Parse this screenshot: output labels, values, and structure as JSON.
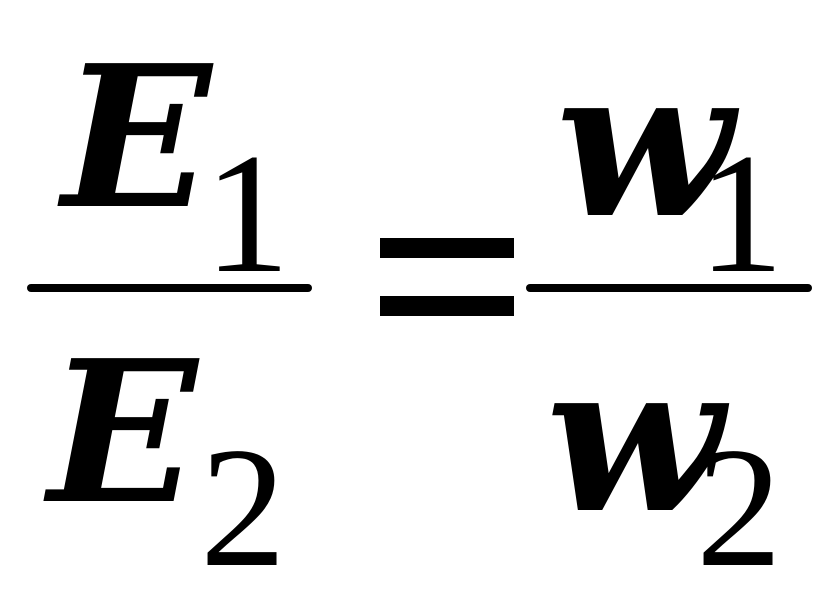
{
  "equation": {
    "left": {
      "numerator": {
        "symbol": "E",
        "subscript": "1"
      },
      "denominator": {
        "symbol": "E",
        "subscript": "2"
      }
    },
    "operator": "=",
    "right": {
      "numerator": {
        "symbol": "w",
        "subscript": "1"
      },
      "denominator": {
        "symbol": "w",
        "subscript": "2"
      }
    }
  },
  "colors": {
    "foreground": "#000000",
    "background": "#ffffff"
  }
}
